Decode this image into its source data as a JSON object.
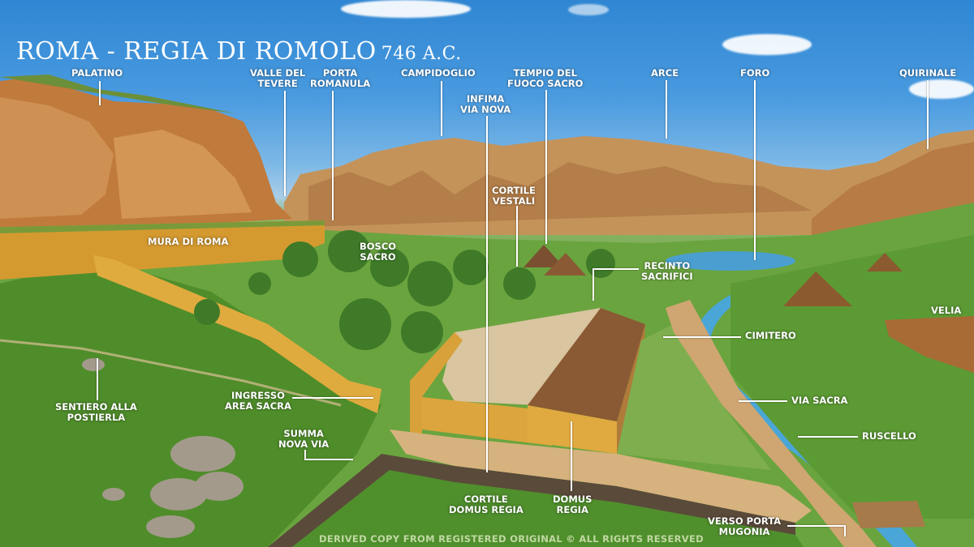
{
  "title": {
    "main": "ROMA - REGIA DI ROMOLO",
    "year": "746 A.C."
  },
  "labels": {
    "palatino": "PALATINO",
    "valle_tevere": [
      "VALLE DEL",
      "TEVERE"
    ],
    "porta_romanula": [
      "PORTA",
      "ROMANULA"
    ],
    "campidoglio": "CAMPIDOGLIO",
    "infima_via_nova": [
      "INFIMA",
      "VIA NOVA"
    ],
    "tempio_fuoco": [
      "TEMPIO DEL",
      "FUOCO SACRO"
    ],
    "arce": "ARCE",
    "foro": "FORO",
    "quirinale": "QUIRINALE",
    "cortile_vestali": [
      "CORTILE",
      "VESTALI"
    ],
    "mura_di_roma": "MURA DI ROMA",
    "bosco_sacro": [
      "BOSCO",
      "SACRO"
    ],
    "recinto_sacrifici": [
      "RECINTO",
      "SACRIFICI"
    ],
    "velia": "VELIA",
    "cimitero": "CIMITERO",
    "sentiero_postierla": [
      "SENTIERO ALLA",
      "POSTIERLA"
    ],
    "ingresso_area_sacra": [
      "INGRESSO",
      "AREA SACRA"
    ],
    "summa_nova_via": [
      "SUMMA",
      "NOVA VIA"
    ],
    "via_sacra": "VIA SACRA",
    "ruscello": "RUSCELLO",
    "cortile_domus_regia": [
      "CORTILE",
      "DOMUS REGIA"
    ],
    "domus_regia": [
      "DOMUS",
      "REGIA"
    ],
    "verso_porta_mugonia": [
      "VERSO PORTA",
      "MUGONIA"
    ]
  },
  "watermark": "DERIVED COPY FROM REGISTERED ORIGINAL © ALL RIGHTS RESERVED",
  "colors": {
    "sky": "#4a9be0",
    "rock": "#c98a4a",
    "wall": "#d9a23a",
    "grass": "#5f9a3a",
    "label": "#ffffff"
  }
}
